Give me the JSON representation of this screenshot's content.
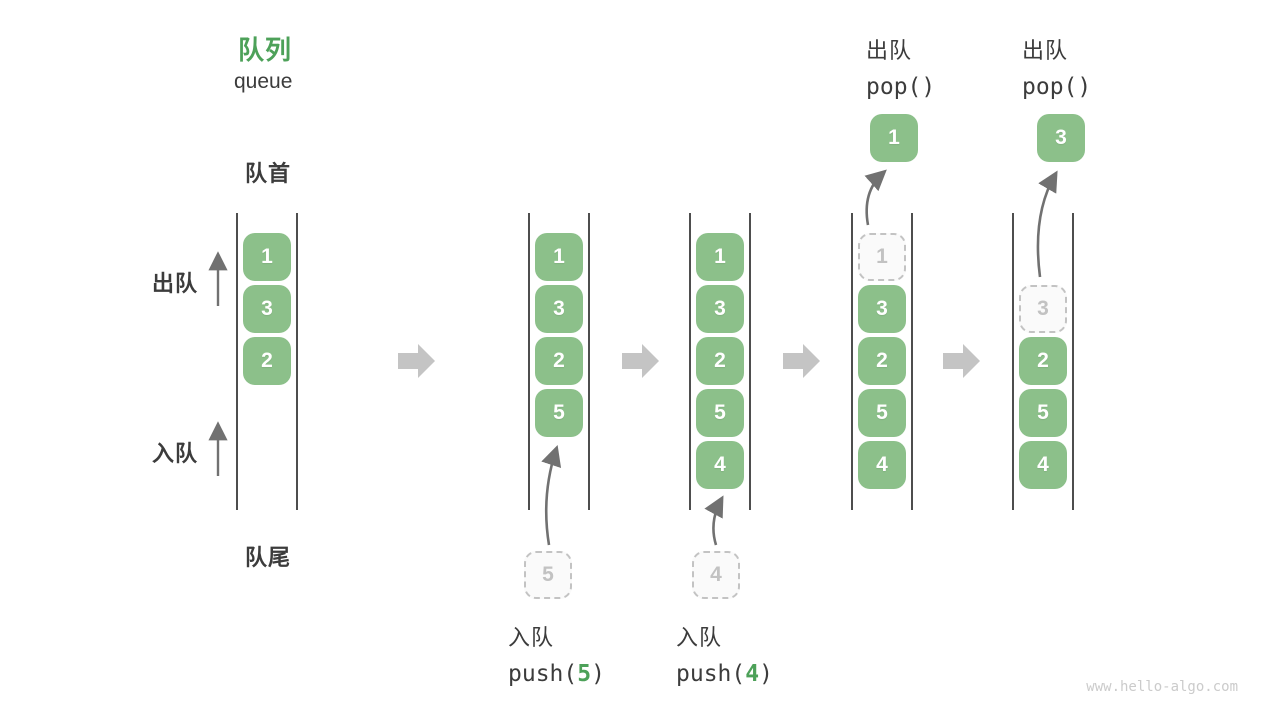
{
  "title": {
    "zh": "队列",
    "en": "queue"
  },
  "labels": {
    "front": "队首",
    "rear": "队尾",
    "dequeue": "出队",
    "enqueue": "入队"
  },
  "columns": [
    {
      "cells": [
        "1",
        "3",
        "2"
      ]
    },
    {
      "cells": [
        "1",
        "3",
        "2",
        "5"
      ],
      "incoming": "5"
    },
    {
      "cells": [
        "1",
        "3",
        "2",
        "5",
        "4"
      ],
      "incoming": "4"
    },
    {
      "cells": [
        "3",
        "2",
        "5",
        "4"
      ],
      "ghost": "1",
      "popped": "1"
    },
    {
      "cells": [
        "2",
        "5",
        "4"
      ],
      "ghost": "3",
      "popped": "3"
    }
  ],
  "push_ops": [
    {
      "label": "入队",
      "code_pre": "push(",
      "arg": "5",
      "code_post": ")"
    },
    {
      "label": "入队",
      "code_pre": "push(",
      "arg": "4",
      "code_post": ")"
    }
  ],
  "pop_ops": [
    {
      "label": "出队",
      "code": "pop()"
    },
    {
      "label": "出队",
      "code": "pop()"
    }
  ],
  "colors": {
    "box_green": "#8cc08a",
    "title_green": "#4da159",
    "ghost_gray": "#c3c3c3",
    "step_arrow_gray": "#c4c4c4"
  },
  "watermark": "www.hello-algo.com"
}
